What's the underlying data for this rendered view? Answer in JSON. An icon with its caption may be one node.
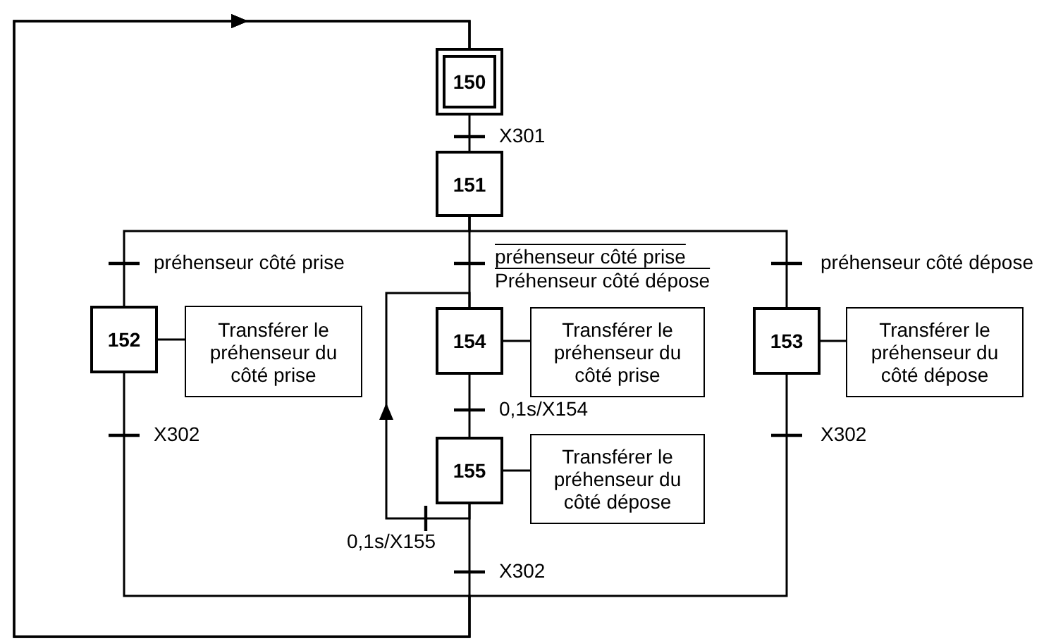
{
  "diagram": {
    "nodes": [
      {
        "text": [
          "150"
        ]
      },
      {
        "text": [
          "151"
        ]
      },
      {
        "text": [
          "152"
        ]
      },
      {
        "text": [
          "Transférer le préhenseur du côté prise"
        ]
      },
      {
        "text": [
          "154"
        ]
      },
      {
        "text": [
          "Transférer le préhenseur du côté prise"
        ]
      },
      {
        "text": [
          "153"
        ]
      },
      {
        "text": [
          "Transférer le préhenseur du côté dépose"
        ]
      },
      {
        "text": [
          "155"
        ]
      },
      {
        "text": [
          "Transférer le préhenseur du côté dépose"
        ]
      }
    ],
    "edges": [
      {
        "from": 0,
        "to": 1,
        "arrow": "none",
        "label": "X301"
      },
      {
        "from": 1,
        "to": 2,
        "arrow": "none",
        "label": "préhenseur côté prise"
      },
      {
        "from": 1,
        "to": 4,
        "arrow": "none",
        "label": "préhenseur côté prise Préhenseur côté dépose"
      },
      {
        "from": 1,
        "to": 6,
        "arrow": "none",
        "label": "préhenseur côté dépose"
      },
      {
        "from": 2,
        "to": 3,
        "arrow": "none"
      },
      {
        "from": 4,
        "to": 5,
        "arrow": "none"
      },
      {
        "from": 6,
        "to": 7,
        "arrow": "none"
      },
      {
        "from": 4,
        "to": 8,
        "arrow": "none",
        "label": "0,1s/X154"
      },
      {
        "from": 8,
        "to": 9,
        "arrow": "none"
      },
      {
        "from": 8,
        "to": 4,
        "arrow": "to",
        "label": "0,1s/X155"
      },
      {
        "from": 2,
        "to": 0,
        "arrow": "to",
        "label": "X302"
      },
      {
        "from": 6,
        "to": 0,
        "arrow": "to",
        "label": "X302"
      },
      {
        "from": 8,
        "to": 0,
        "arrow": "to",
        "label": "X302"
      }
    ]
  }
}
